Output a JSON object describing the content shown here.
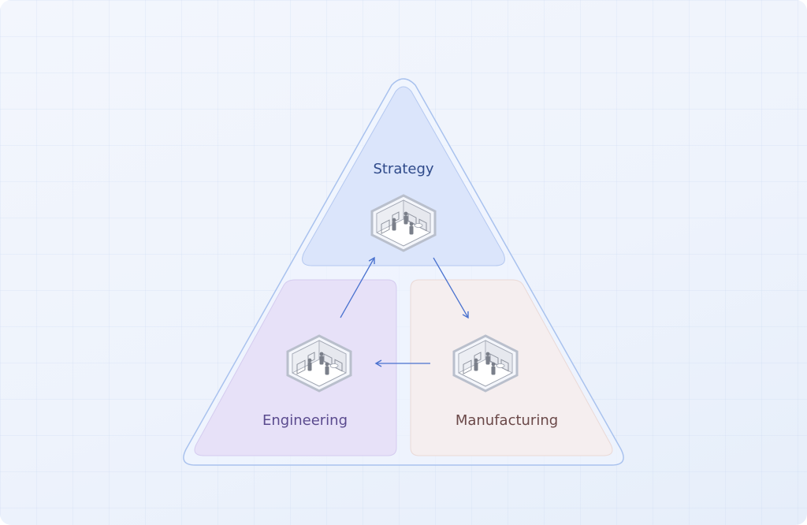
{
  "diagram": {
    "title": "Strategy / Engineering / Manufacturing cycle",
    "nodes": [
      {
        "id": "strategy",
        "label": "Strategy",
        "icon": "meeting-room-icon",
        "color": "#2f4a8a"
      },
      {
        "id": "engineering",
        "label": "Engineering",
        "icon": "meeting-room-icon",
        "color": "#5a4a8e"
      },
      {
        "id": "manufacturing",
        "label": "Manufacturing",
        "icon": "meeting-room-icon",
        "color": "#6a4848"
      }
    ],
    "edges": [
      {
        "from": "engineering",
        "to": "strategy"
      },
      {
        "from": "strategy",
        "to": "manufacturing"
      },
      {
        "from": "manufacturing",
        "to": "engineering"
      }
    ],
    "colors": {
      "arrow": "#4a72cf",
      "outline": "#a9c2ee"
    }
  }
}
